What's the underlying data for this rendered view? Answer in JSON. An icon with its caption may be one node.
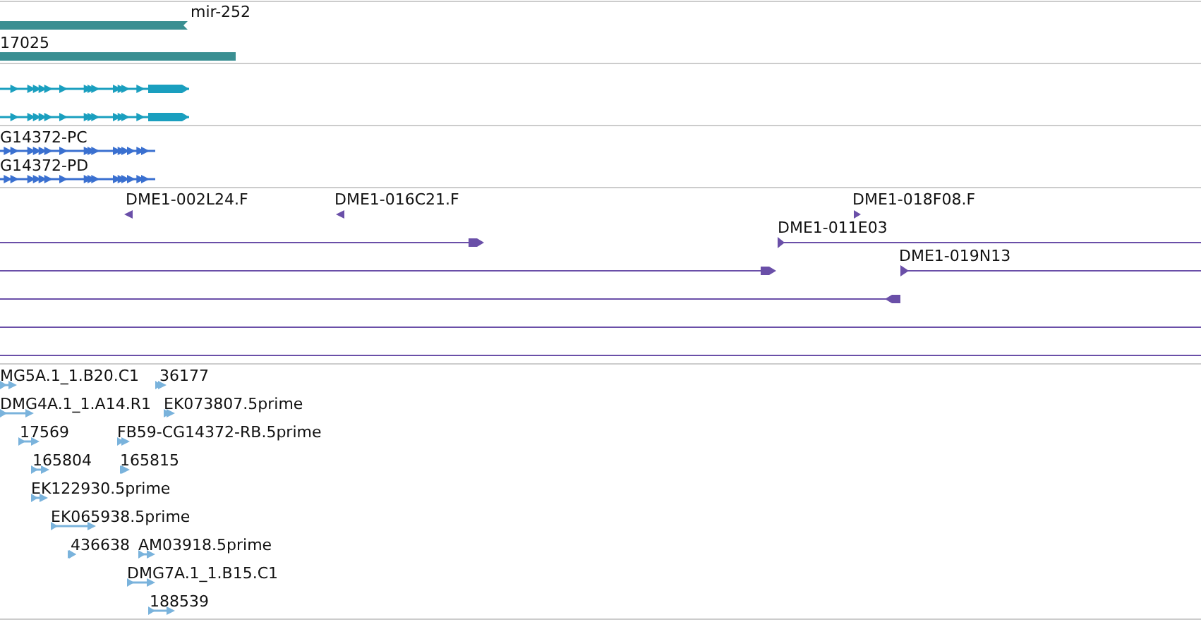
{
  "diagram": {
    "labels": [
      "mir-252",
      "17025",
      "G14372-PC",
      "G14372-PD",
      "DME1-002L24.F",
      "DME1-016C21.F",
      "DME1-018F08.F",
      "DME1-011E03",
      "DME1-019N13",
      "MG5A.1_1.B20.C1",
      "36177",
      "DMG4A.1_1.A14.R1",
      "EK073807.5prime",
      "17569",
      "FB59-CG14372-RB.5prime",
      "165804",
      "165815",
      "EK122930.5prime",
      "EK065938.5prime",
      "436638",
      "AM03918.5prime",
      "DMG7A.1_1.B15.C1",
      "188539"
    ]
  }
}
